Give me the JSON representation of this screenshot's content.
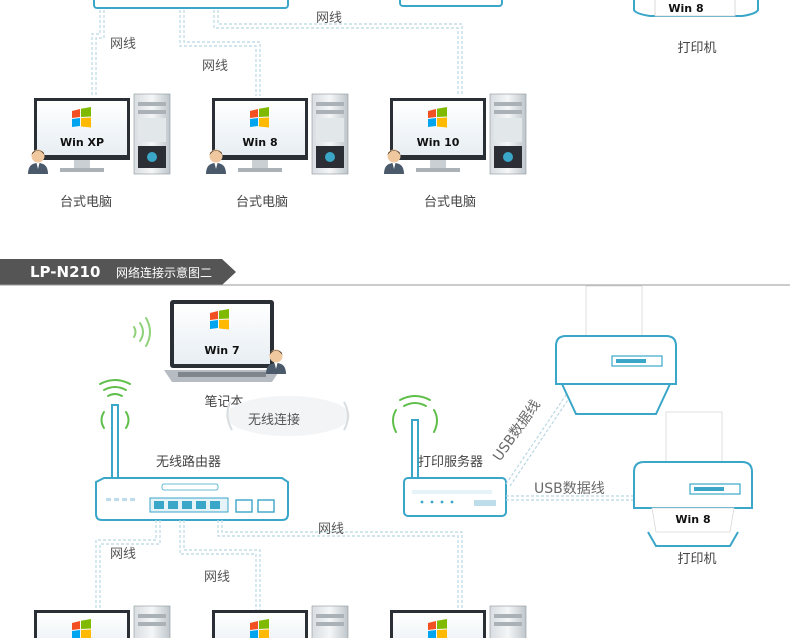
{
  "top": {
    "cable_labels": [
      "网线",
      "网线",
      "网线"
    ],
    "pcs": [
      {
        "os": "Win XP",
        "label": "台式电脑"
      },
      {
        "os": "Win 8",
        "label": "台式电脑"
      },
      {
        "os": "Win 10",
        "label": "台式电脑"
      }
    ],
    "printer": {
      "os": "Win 8",
      "label": "打印机"
    }
  },
  "section2": {
    "model": "LP-N210",
    "subtitle": "网络连接示意图二"
  },
  "bottom": {
    "laptop": {
      "os": "Win 7",
      "label": "笔记本"
    },
    "wireless_label": "无线连接",
    "router_label": "无线路由器",
    "print_server_label": "打印服务器",
    "usb_label_1": "USB数据线",
    "usb_label_2": "USB数据线",
    "printer2": {
      "os": "Win 8",
      "label": "打印机"
    },
    "cable_labels": [
      "网线",
      "网线",
      "网线"
    ]
  },
  "colors": {
    "accent": "#3aa6c8",
    "header_bg": "#555555",
    "line": "#b9d7e4",
    "wifi": "#5fbf4a"
  }
}
